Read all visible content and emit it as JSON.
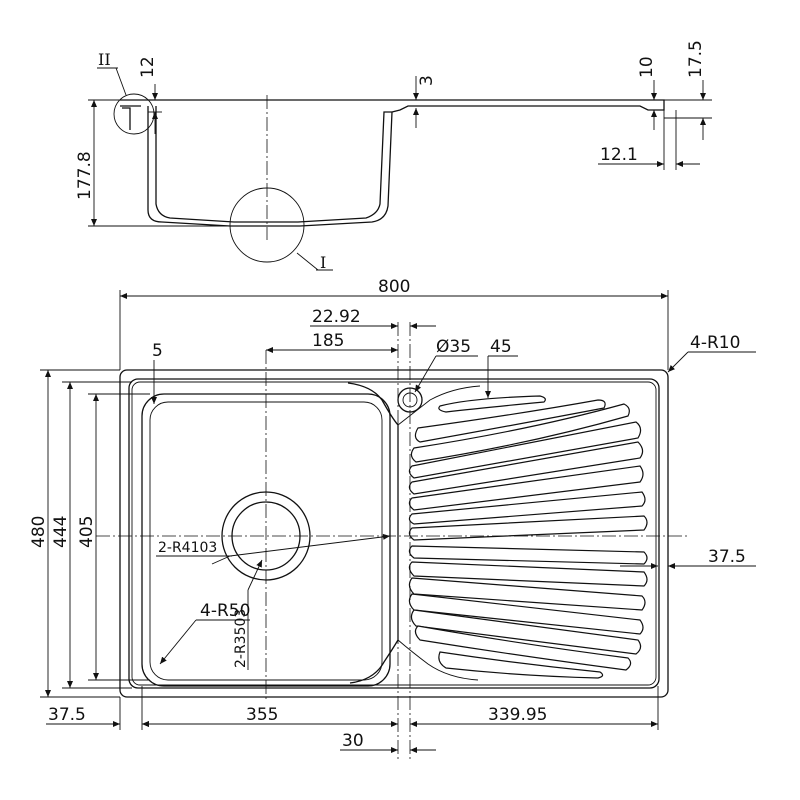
{
  "dimensions": {
    "overall_width": "800",
    "offset_22": "22.92",
    "bowl_half": "185",
    "hole_dia": "Ø35",
    "offset_45": "45",
    "corner_radius": "4-R10",
    "rim_5": "5",
    "overall_height": "480",
    "height_444": "444",
    "height_405": "405",
    "radius_r4103": "2-R4103",
    "radius_r50": "4-R50",
    "radius_r3503": "2-R3503",
    "right_37_5": "37.5",
    "left_37_5": "37.5",
    "bowl_width": "355",
    "drainer_width": "339.95",
    "gap_30": "30",
    "depth": "177.8",
    "rim_12": "12",
    "step_3": "3",
    "flange_10": "10",
    "edge_17_5": "17.5",
    "edge_12_1": "12.1"
  },
  "detail_labels": {
    "detail_1": "I",
    "detail_2": "II"
  }
}
